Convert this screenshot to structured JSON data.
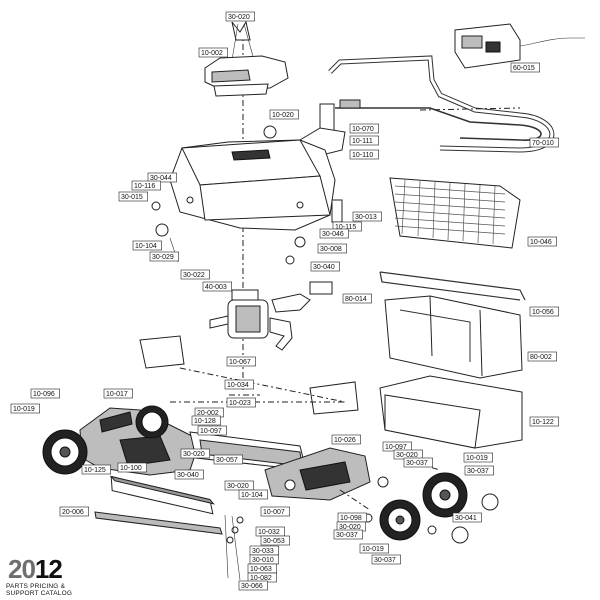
{
  "footer": {
    "year_prefix": "20",
    "year_suffix": "12",
    "line1": "PARTS PRICING &",
    "line2": "SUPPORT CATALOG"
  },
  "labels": [
    "30-020",
    "10-002",
    "60-015",
    "70-010",
    "10-070",
    "10-111",
    "10-110",
    "10-020",
    "30-044",
    "10-116",
    "30-015",
    "10-104",
    "30-029",
    "30-022",
    "10-115",
    "30-046",
    "30-013",
    "30-008",
    "30-040",
    "40-003",
    "80-014",
    "10-046",
    "10-056",
    "80-002",
    "10-067",
    "10-034",
    "10-023",
    "10-122",
    "10-096",
    "10-019",
    "10-017",
    "20-002",
    "10-128",
    "10-097",
    "30-020",
    "30-057",
    "30-040",
    "10-125",
    "10-100",
    "30-020",
    "10-104",
    "10-026",
    "10-097",
    "30-020",
    "30-037",
    "10-019",
    "30-037",
    "10-007",
    "10-032",
    "30-053",
    "10-098",
    "30-020",
    "30-037",
    "10-019",
    "30-041",
    "30-033",
    "30-010",
    "10-063",
    "10-082",
    "30-066",
    "20-006",
    "30-037"
  ]
}
